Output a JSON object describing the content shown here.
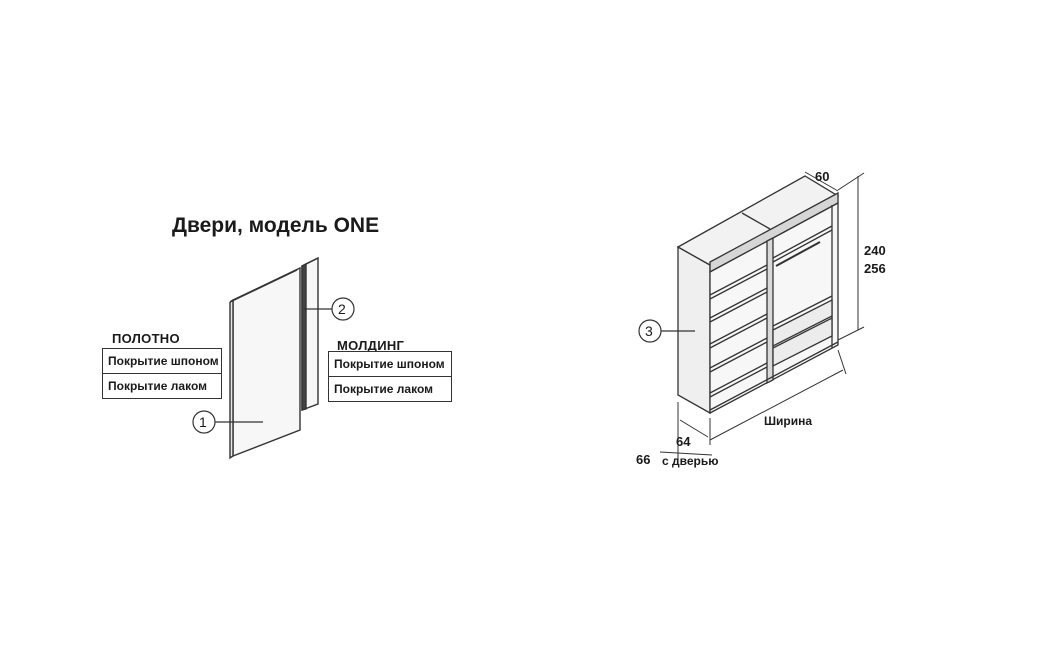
{
  "title": "Двери, модель ONE",
  "panel": {
    "label": "ПОЛОТНО",
    "options": [
      "Покрытие шпоном",
      "Покрытие лаком"
    ]
  },
  "molding": {
    "label": "МОЛДИНГ",
    "options": [
      "Покрытие шпоном",
      "Покрытие лаком"
    ]
  },
  "callouts": {
    "door_panel": "1",
    "molding": "2",
    "wardrobe": "3"
  },
  "dimensions": {
    "top_depth": "60",
    "height_1": "240",
    "height_2": "256",
    "width": "Ширина",
    "depth": "64",
    "depth_with_door": "66",
    "depth_with_door_note": "с дверью"
  },
  "colors": {
    "line": "#333333",
    "fill": "#f2f2f2",
    "shade": "#d9d9d9"
  }
}
